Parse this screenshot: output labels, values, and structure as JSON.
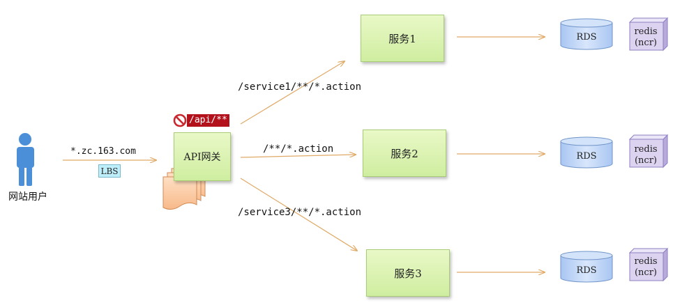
{
  "user": {
    "label": "网站用户"
  },
  "entry": {
    "domain": "*.zc.163.com",
    "lb_label": "LBS"
  },
  "gateway": {
    "label": "API网关",
    "blocked_path": "/api/**"
  },
  "routes": [
    {
      "path": "/service1/**/*.action"
    },
    {
      "path": "/**/*.action"
    },
    {
      "path": "/service3/**/*.action"
    }
  ],
  "services": [
    {
      "label": "服务1",
      "db": "RDS",
      "cache": "redis\n(ncr)"
    },
    {
      "label": "服务2",
      "db": "RDS",
      "cache": "redis\n(ncr)"
    },
    {
      "label": "服务3",
      "db": "RDS",
      "cache": "redis\n(ncr)"
    }
  ],
  "colors": {
    "arrow": "#e0a966",
    "service_fill": "#d6f0a8",
    "db_fill": "#bcd3f5",
    "cache_fill": "#dcd3f0",
    "deny_fill": "#b3121c",
    "person": "#4b8fd9"
  }
}
